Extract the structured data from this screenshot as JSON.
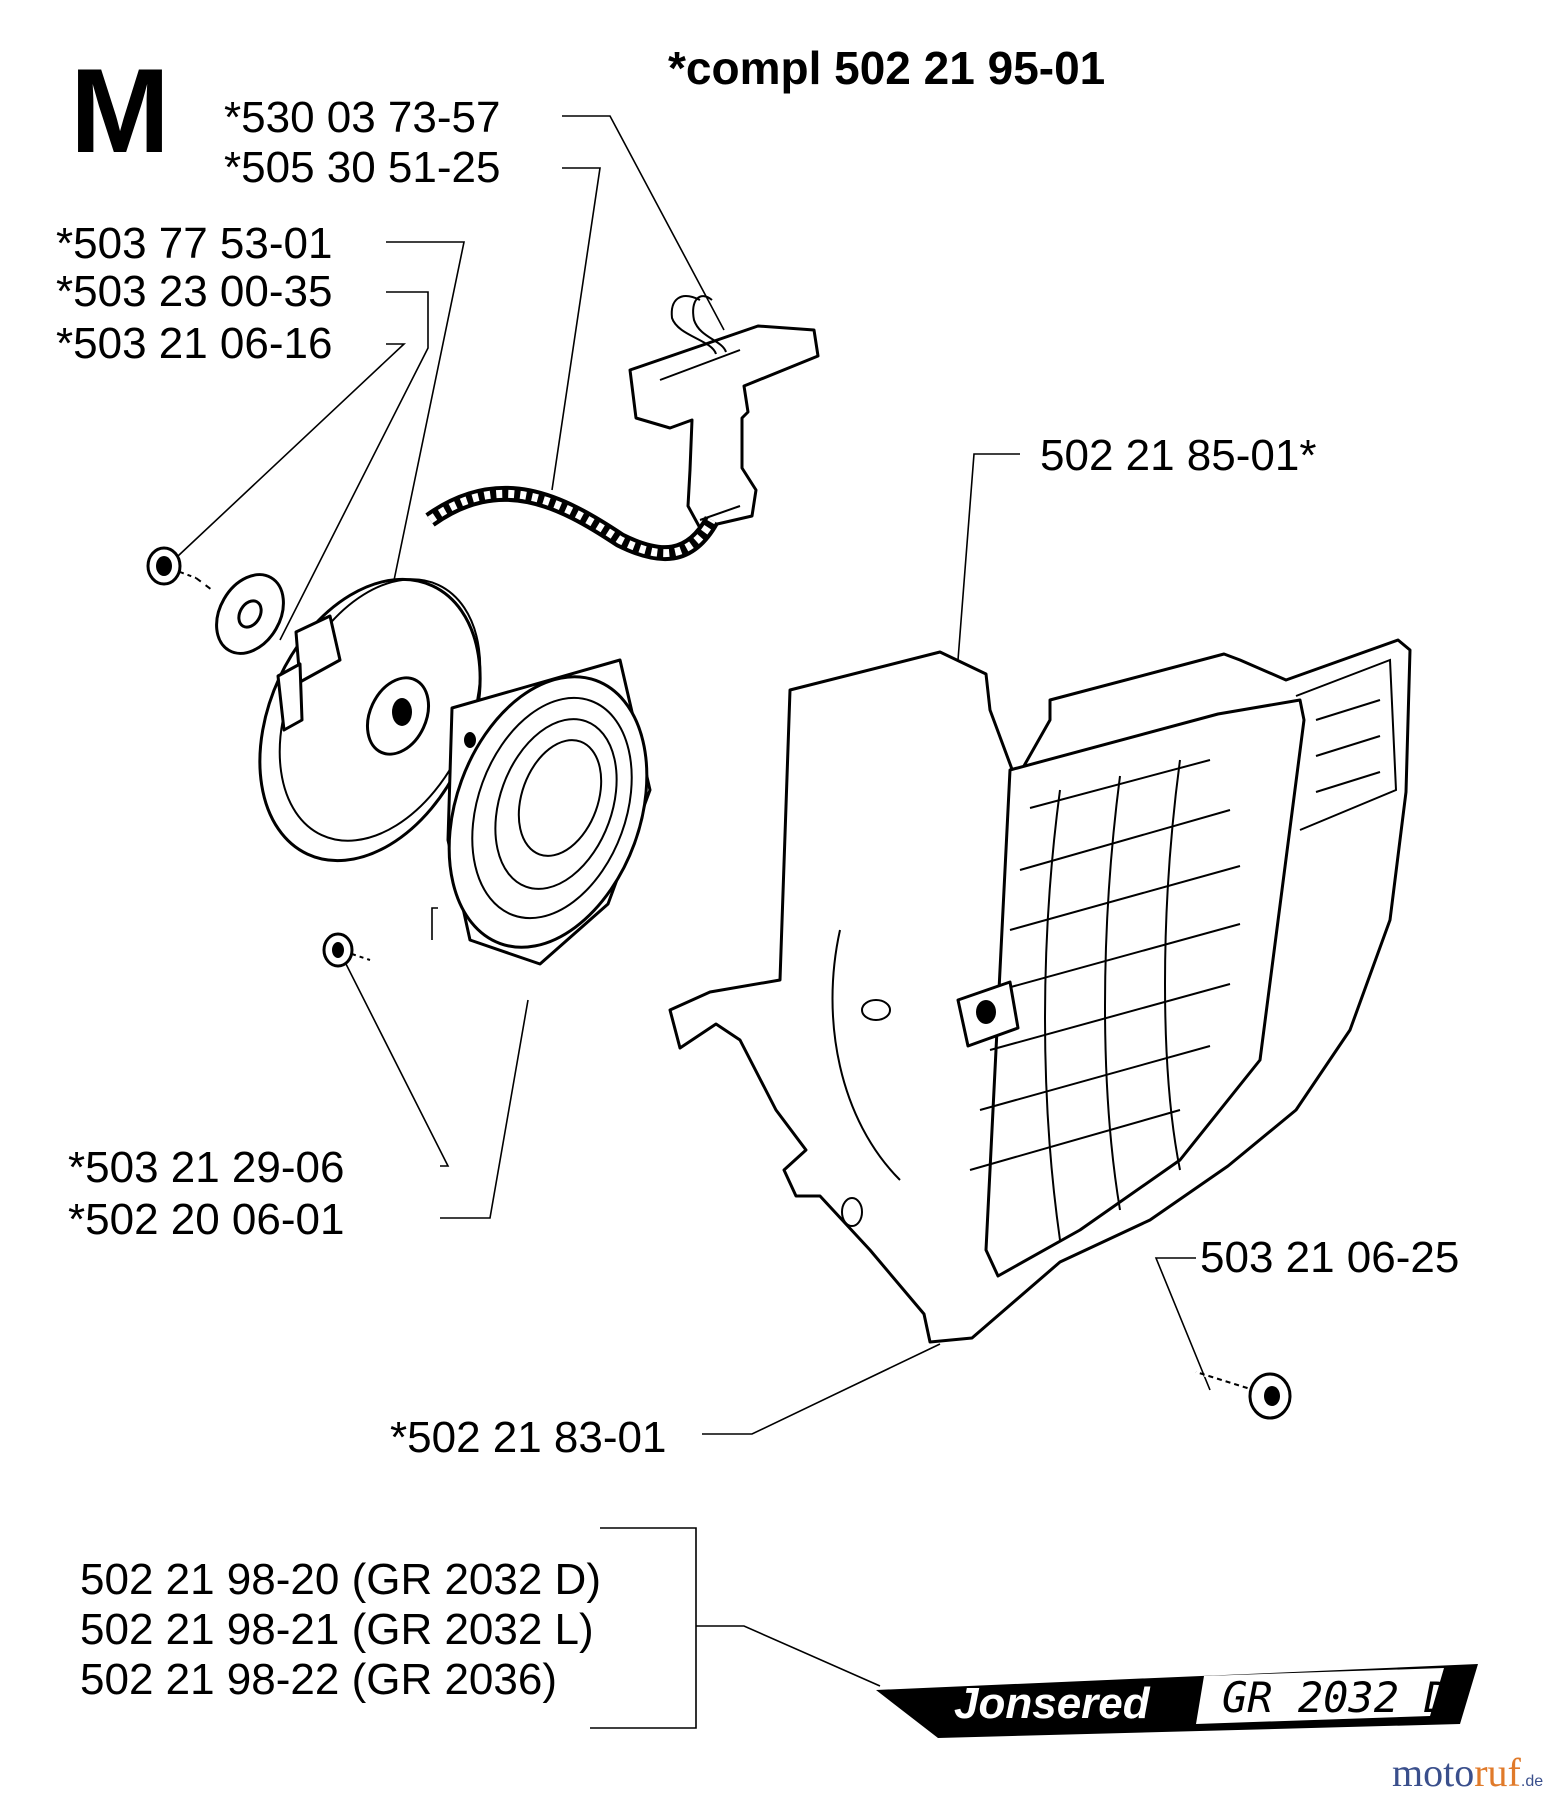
{
  "section_letter": "M",
  "assembly": "*compl 502 21 95-01",
  "labels": {
    "handle": "*530 03 73-57",
    "rope": "*505 30 51-25",
    "pulley": "*503 77 53-01",
    "washer": "*503 23 00-35",
    "center_screw": "*503 21 06-16",
    "housing": "502 21 85-01*",
    "small_screw": "*503 21 29-06",
    "spring": "*502 20 06-01",
    "housing_screw": "503 21 06-25",
    "cover": "*502 21 83-01"
  },
  "decals": [
    "502 21 98-20 (GR 2032 D)",
    "502 21 98-21 (GR 2032 L)",
    "502 21 98-22 (GR 2036)"
  ],
  "decal_badge": {
    "brand": "Jonsered",
    "model": "GR 2032 D"
  },
  "watermark": {
    "part1": "moto",
    "part2": "ruf",
    "suffix": ".de"
  }
}
